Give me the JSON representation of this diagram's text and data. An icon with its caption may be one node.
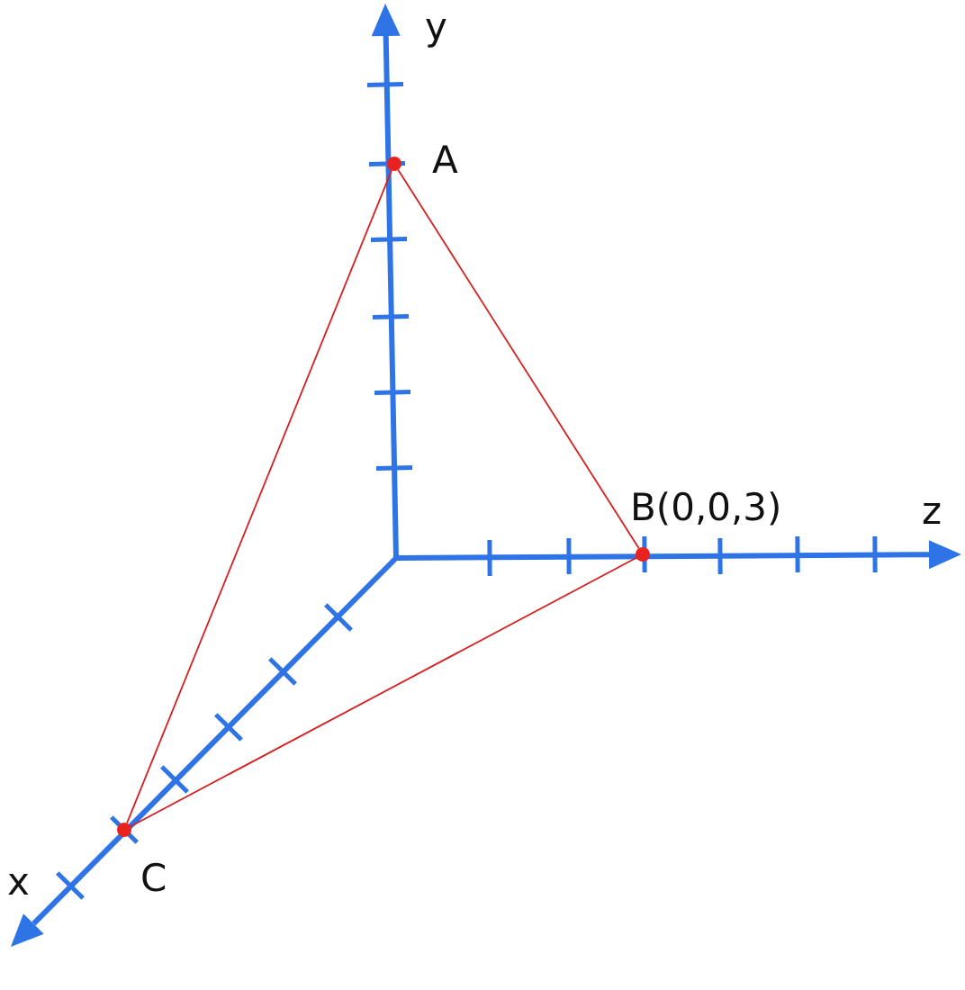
{
  "diagram": {
    "nodes": [
      {
        "text": [],
        "shape": "circle",
        "beside": [
          "A"
        ]
      },
      {
        "text": [],
        "shape": "circle",
        "beside": [
          "B(0,0,3)"
        ]
      },
      {
        "text": [],
        "shape": "circle",
        "beside": [
          "C"
        ]
      }
    ],
    "edges": [
      {
        "from": 0,
        "to": 1,
        "arrow": "none"
      },
      {
        "from": 1,
        "to": 2,
        "arrow": "none"
      },
      {
        "from": 2,
        "to": 0,
        "arrow": "none"
      }
    ],
    "labels": [
      "y",
      "z",
      "x"
    ]
  }
}
